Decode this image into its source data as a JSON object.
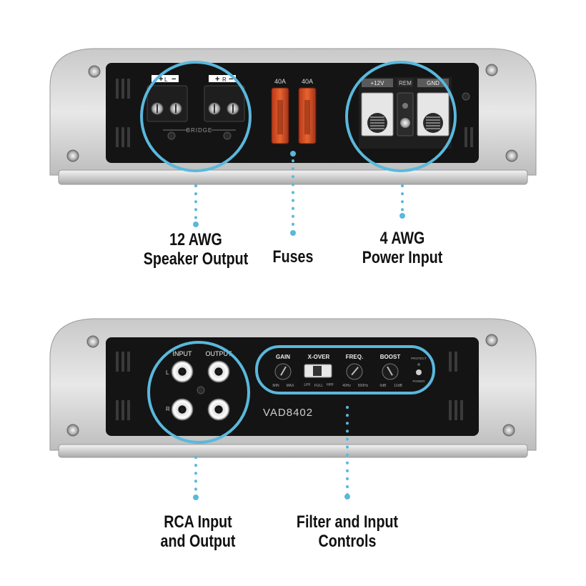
{
  "colors": {
    "accent": "#5ab8dc",
    "panel": "#141414",
    "chassis": "#d4d4d4",
    "label": "#111111"
  },
  "top_panel": {
    "speaker_terminals": {
      "left_channel": "L",
      "right_channel": "R",
      "bridge": "BRIDGE"
    },
    "fuses": [
      {
        "rating": "40A"
      },
      {
        "rating": "40A"
      }
    ],
    "power_terminals": {
      "positive": "+12V",
      "remote": "REM",
      "ground": "GND"
    }
  },
  "bottom_panel": {
    "rca": {
      "input": "INPUT",
      "output": "OUTPUT",
      "left": "L",
      "right": "R"
    },
    "controls": {
      "gain": {
        "label": "GAIN",
        "min": "MIN",
        "max": "MAX"
      },
      "xover": {
        "label": "X-OVER",
        "options": [
          "LPF",
          "FULL",
          "HPF"
        ]
      },
      "freq": {
        "label": "FREQ.",
        "min": "40Hz",
        "max": "500Hz"
      },
      "boost": {
        "label": "BOOST",
        "min": "0dB",
        "max": "12dB"
      },
      "indicators": {
        "protect": "PROTECT",
        "power": "POWER"
      }
    },
    "model": "VAD8402"
  },
  "callouts": {
    "speaker_output": {
      "line1": "12 AWG",
      "line2": "Speaker Output"
    },
    "fuses": {
      "line1": "Fuses"
    },
    "power_input": {
      "line1": "4 AWG",
      "line2": "Power Input"
    },
    "rca": {
      "line1": "RCA Input",
      "line2": "and Output"
    },
    "controls": {
      "line1": "Filter and Input",
      "line2": "Controls"
    }
  }
}
